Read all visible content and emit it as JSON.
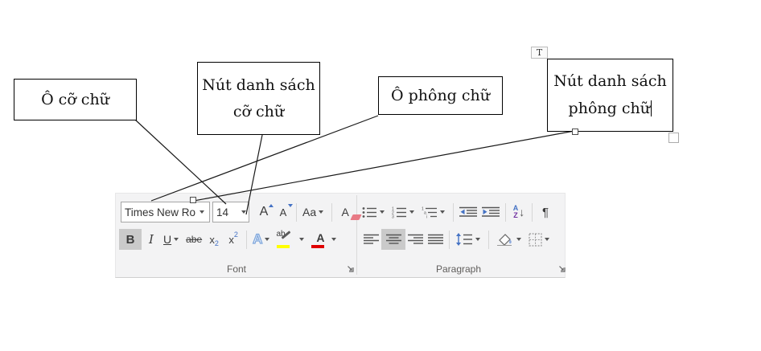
{
  "callouts": {
    "size_box": "Ô cỡ chữ",
    "size_list": {
      "line1": "Nút danh sách",
      "line2": "cỡ chữ"
    },
    "font_box": "Ô phông chữ",
    "font_list": {
      "line1": "Nút danh sách",
      "line2": "phông chữ"
    }
  },
  "anchor_glyph": "T",
  "ribbon": {
    "font_group": {
      "label": "Font",
      "font_name_value": "Times New Ro",
      "font_size_value": "14",
      "grow_font_glyph": "A",
      "shrink_font_glyph": "A",
      "change_case_glyph": "Aa",
      "clear_format_glyph": "A",
      "bold_glyph": "B",
      "italic_glyph": "I",
      "underline_glyph": "U",
      "strikethrough_glyph": "abe",
      "subscript_glyph": "x",
      "subscript_mark": "2",
      "superscript_glyph": "x",
      "superscript_mark": "2",
      "text_effects_glyph": "A",
      "highlight_glyph": "ab",
      "font_color_glyph": "A"
    },
    "paragraph_group": {
      "label": "Paragraph",
      "sort_a": "A",
      "sort_z": "Z",
      "sort_arrow": "↓",
      "pilcrow": "¶"
    }
  },
  "colors": {
    "accent_blue": "#4472c4",
    "sort_purple": "#7030a0",
    "highlight_yellow": "#ffff00",
    "font_color_red": "#e00000",
    "eraser_pink": "#e87a85",
    "selected_gray": "#cacaca",
    "ribbon_bg": "#f3f3f4"
  }
}
